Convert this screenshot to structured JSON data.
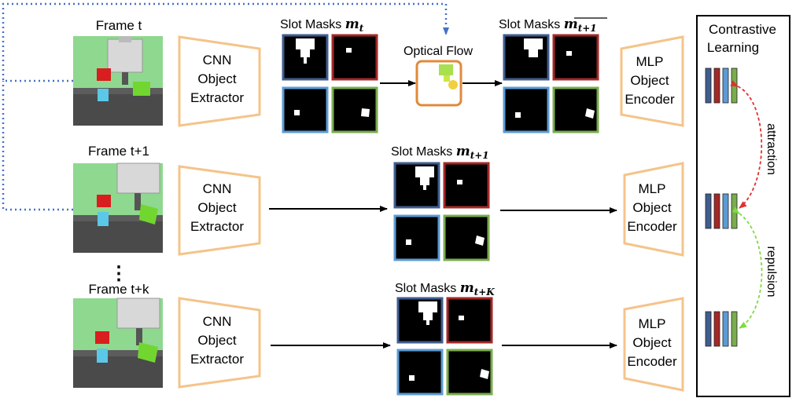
{
  "frames": [
    {
      "label": "Frame t"
    },
    {
      "label": "Frame t+1"
    },
    {
      "label": "Frame t+k"
    }
  ],
  "ellipsis": "⋮",
  "cnn_label": [
    "CNN",
    "Object",
    "Extractor"
  ],
  "mlp_label": [
    "MLP",
    "Object",
    "Encoder"
  ],
  "slot_masks": [
    {
      "prefix": "Slot Masks ",
      "symbol": "m",
      "subscript": "t"
    },
    {
      "prefix": "Slot Masks ",
      "symbol": "m",
      "subscript": "t+1",
      "overline": true
    },
    {
      "prefix": "Slot Masks ",
      "symbol": "m",
      "subscript": "t+1"
    },
    {
      "prefix": "Slot Masks ",
      "symbol": "m",
      "subscript": "t+K"
    }
  ],
  "optical_flow": "Optical Flow",
  "contrastive": {
    "title": [
      "Contrastive",
      "Learning"
    ],
    "attraction": "attraction",
    "repulsion": "repulsion"
  },
  "colors": {
    "trapezoid": "#f4c48a",
    "slot_border": [
      "#3f5d8f",
      "#a42828",
      "#5b9bd5",
      "#7aac4e"
    ],
    "flow_box": "#e08a3c",
    "dotted_line": "#4472c4",
    "attraction": "#e03030",
    "repulsion": "#7ddc40",
    "vector_bars": [
      "#3f5d8f",
      "#a42828",
      "#5b9bd5",
      "#7aac4e"
    ]
  }
}
